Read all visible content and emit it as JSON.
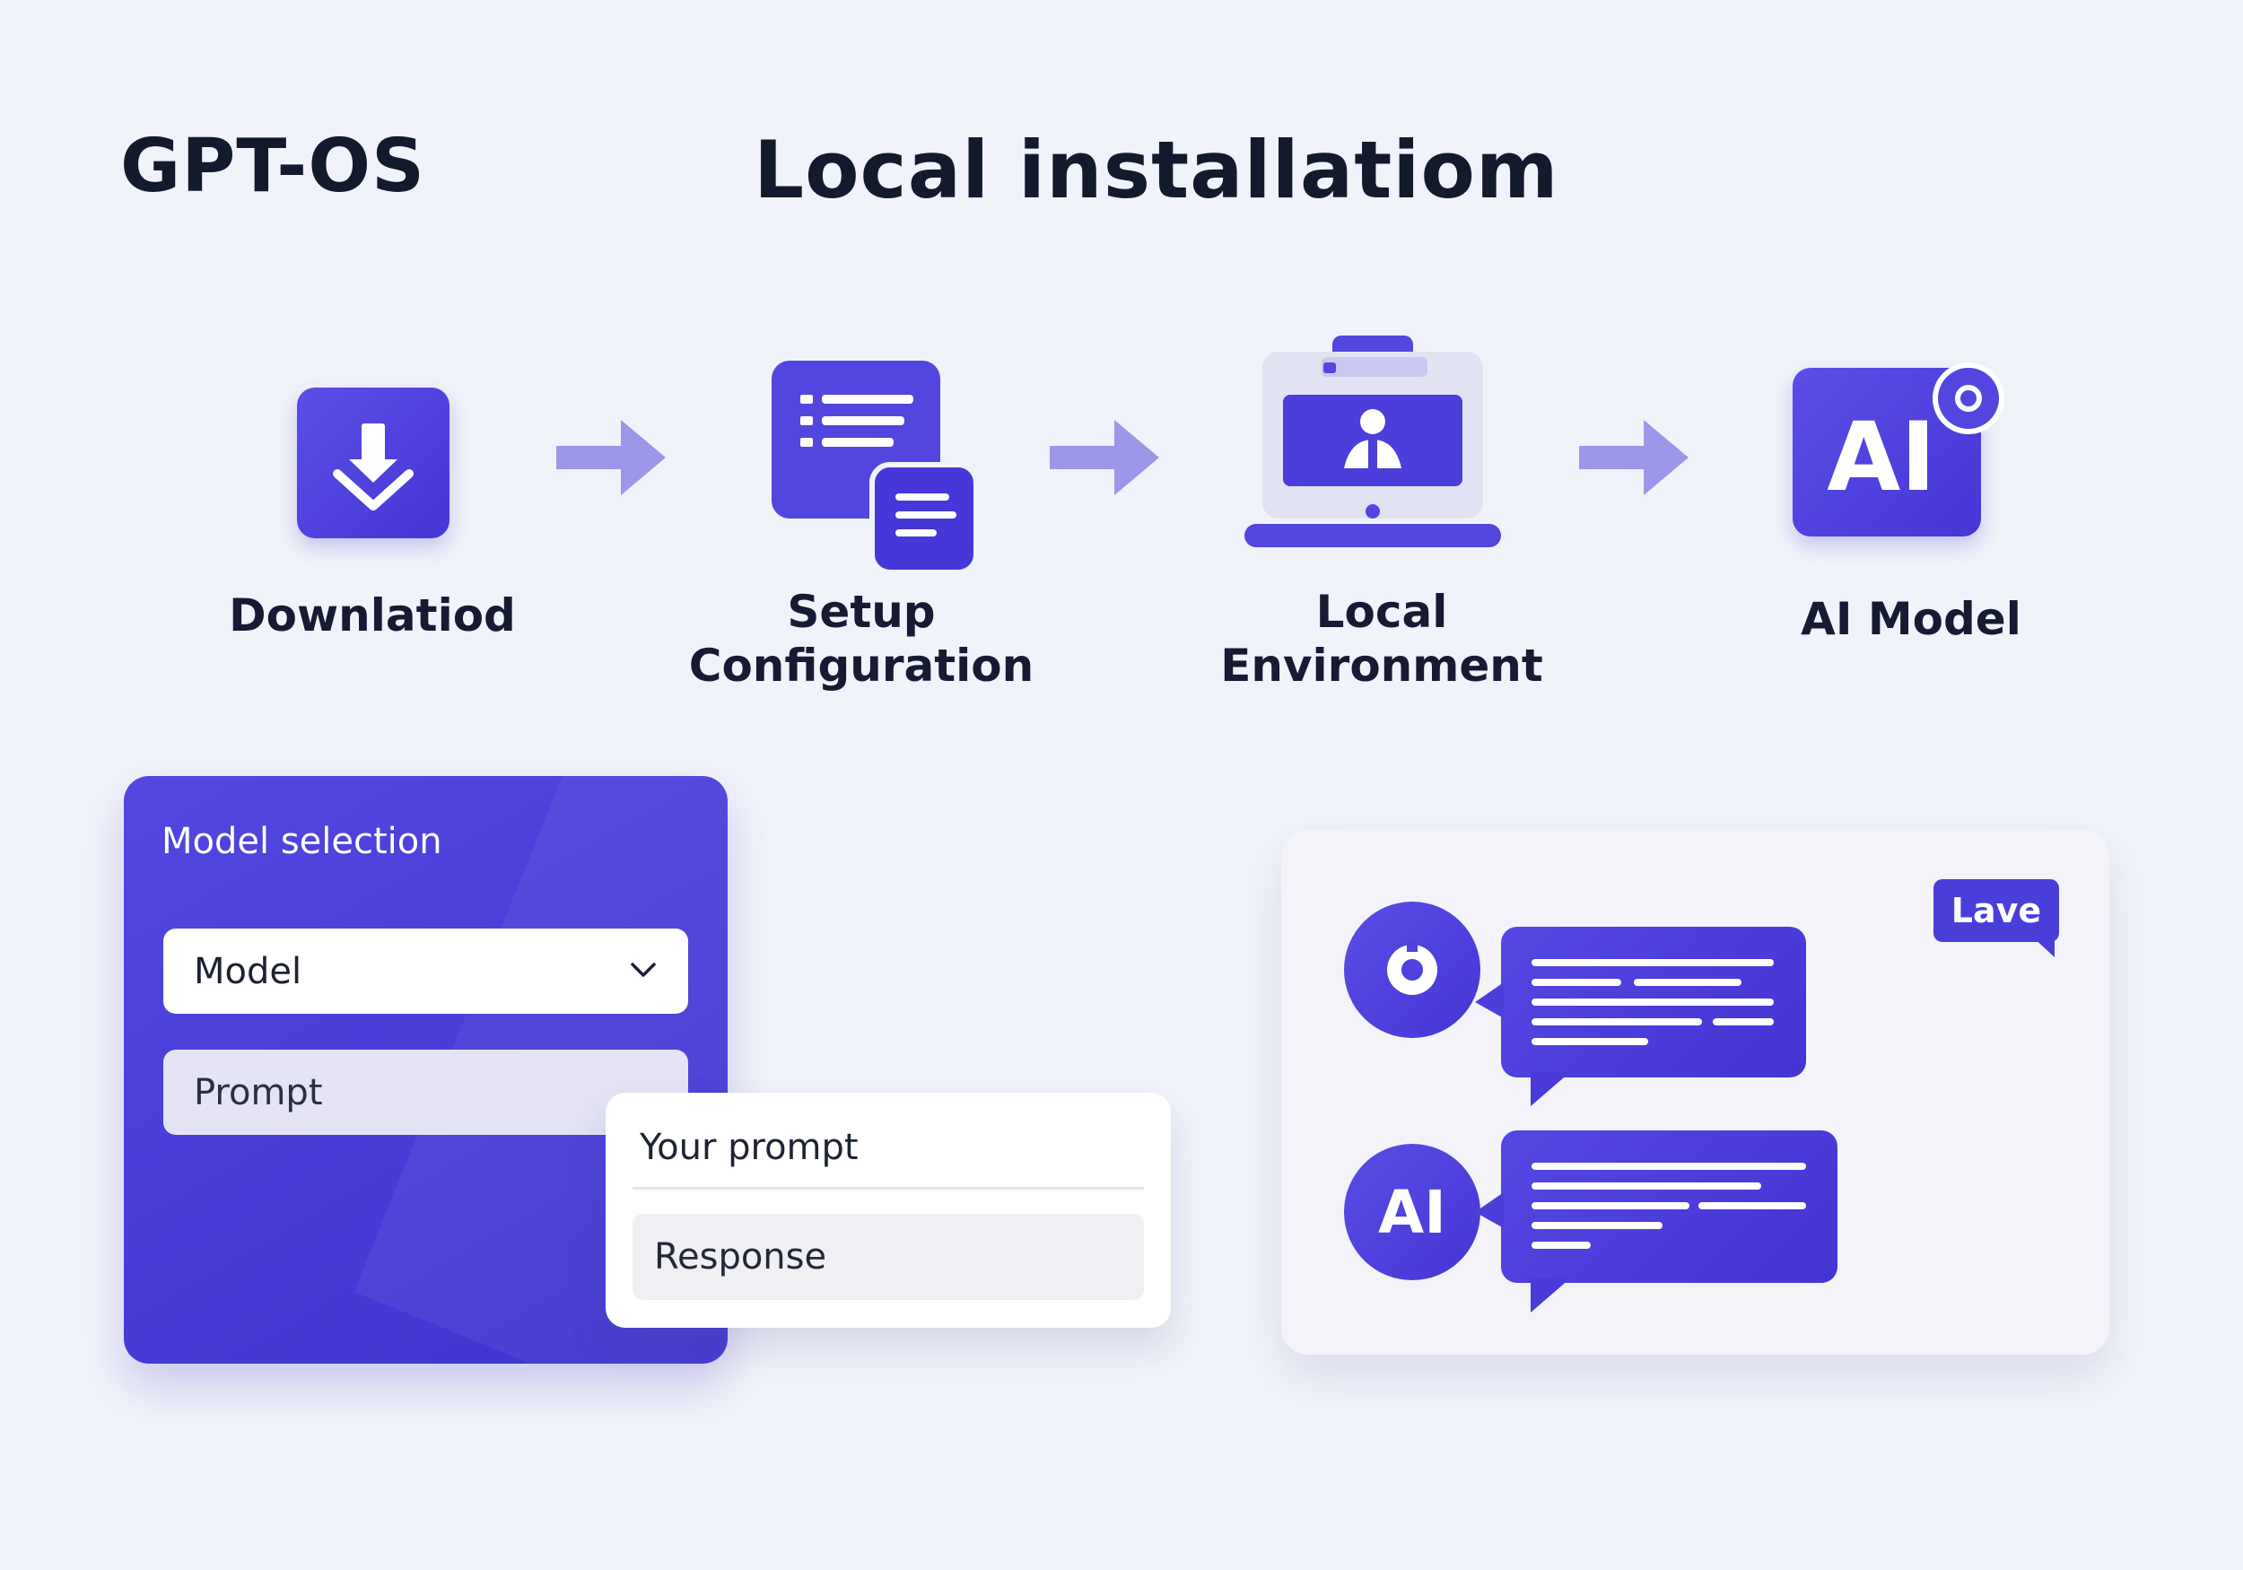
{
  "header": {
    "brand": "GPT-OS",
    "title": "Local installatiom"
  },
  "steps": [
    {
      "icon": "download-icon",
      "label_line1": "Downlatiod",
      "label_line2": ""
    },
    {
      "icon": "configuration-icon",
      "label_line1": "Setup",
      "label_line2": "Configuration"
    },
    {
      "icon": "laptop-icon",
      "label_line1": "Local",
      "label_line2": "Environment"
    },
    {
      "icon": "ai-chip-icon",
      "icon_text": "AI",
      "label_line1": "AI Model",
      "label_line2": ""
    }
  ],
  "model_panel": {
    "title": "Model selection",
    "select_value": "Model",
    "prompt_label": "Prompt"
  },
  "prompt_card": {
    "prompt_text": "Your prompt",
    "response_text": "Response"
  },
  "chat": {
    "tag": "Lave",
    "ai_avatar_text": "AI"
  },
  "colors": {
    "accent": "#4a3ed9",
    "accent_light": "#9d97ea",
    "background": "#f1f3fa",
    "text": "#141a2e"
  }
}
